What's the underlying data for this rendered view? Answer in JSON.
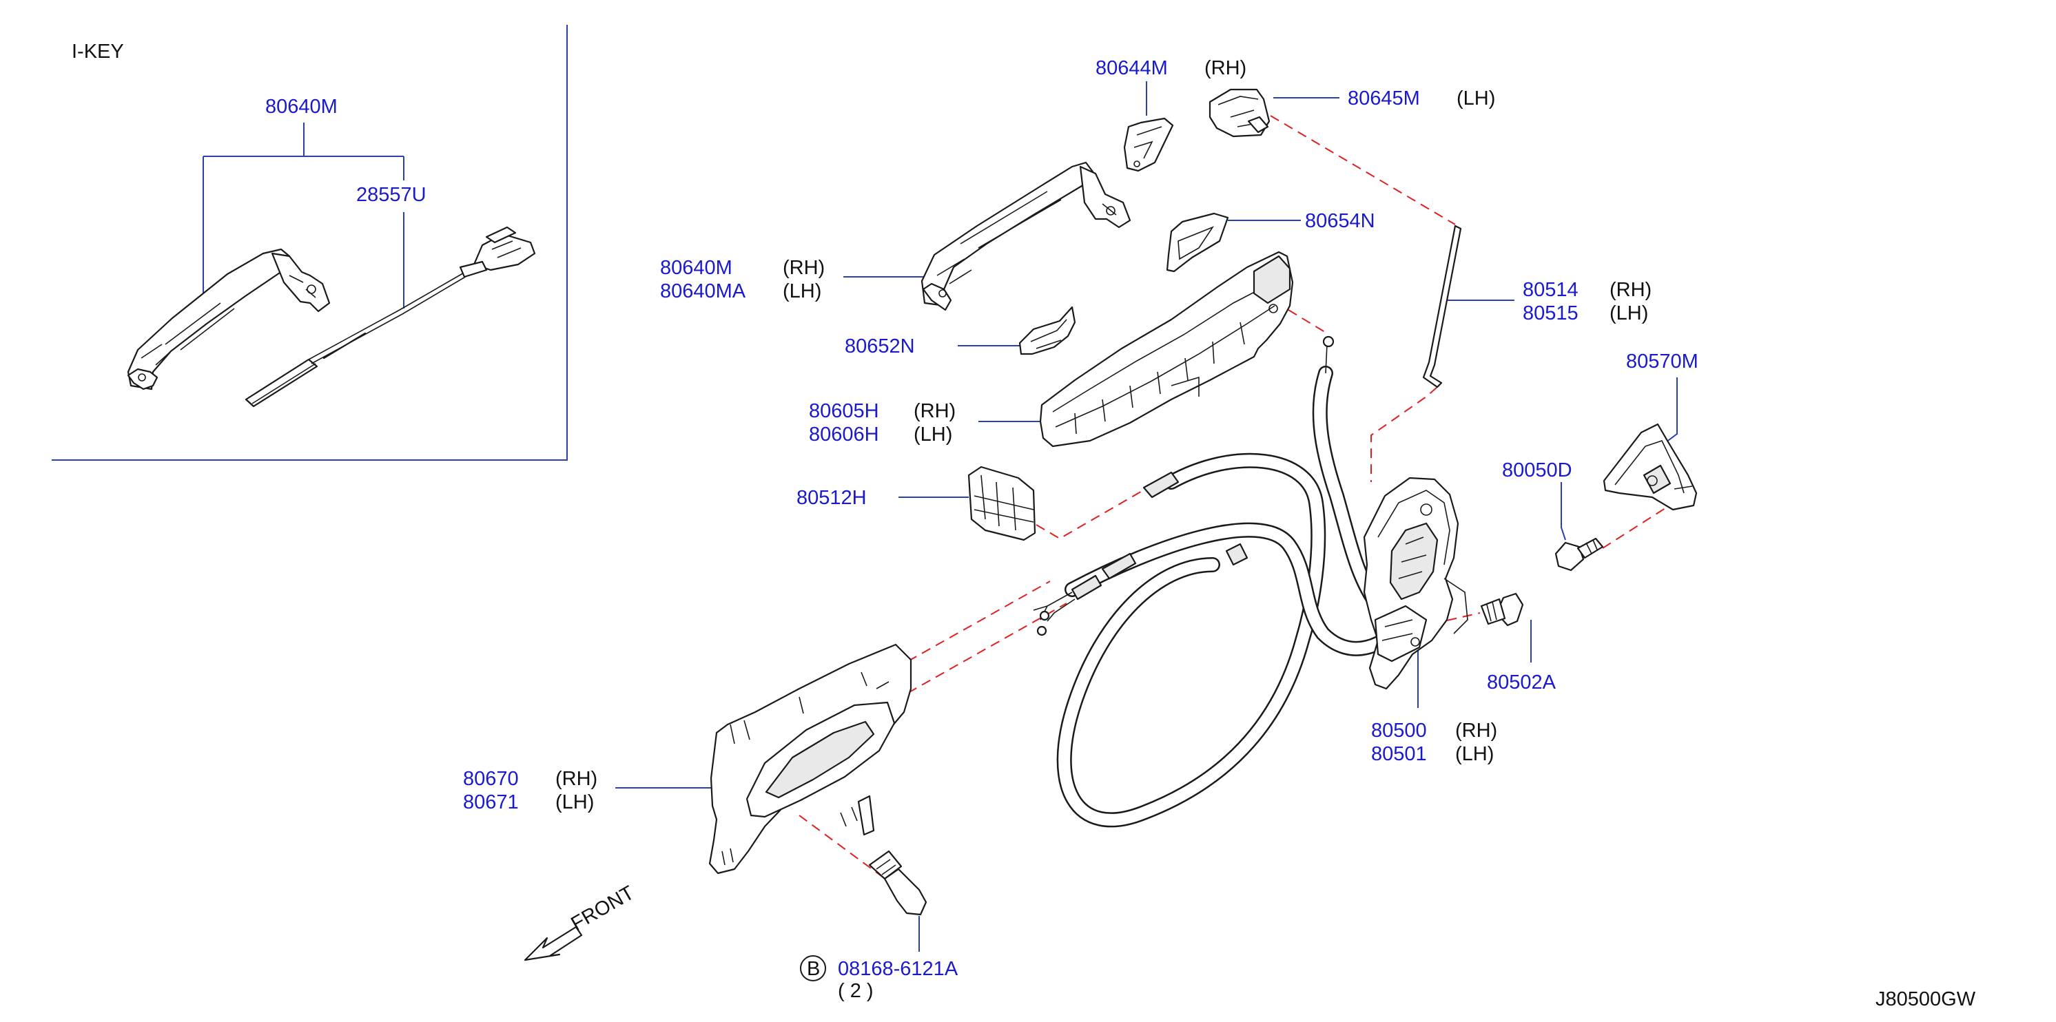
{
  "diagram_code": "J80500GW",
  "ikey": {
    "title": "I-KEY",
    "labels": {
      "handle": "80640M",
      "cable": "28557U"
    }
  },
  "labels": {
    "l80644M": "80644M",
    "l80644M_side": "(RH)",
    "l80645M": "80645M",
    "l80645M_side": "(LH)",
    "l80654N": "80654N",
    "l80640M": "80640M",
    "l80640M_side": "(RH)",
    "l80640MA": "80640MA",
    "l80640MA_side": "(LH)",
    "l80652N": "80652N",
    "l80514": "80514",
    "l80514_side": "(RH)",
    "l80515": "80515",
    "l80515_side": "(LH)",
    "l80570M": "80570M",
    "l80605H": "80605H",
    "l80605H_side": "(RH)",
    "l80606H": "80606H",
    "l80606H_side": "(LH)",
    "l80050D": "80050D",
    "l80512H": "80512H",
    "l80502A": "80502A",
    "l80500": "80500",
    "l80500_side": "(RH)",
    "l80501": "80501",
    "l80501_side": "(LH)",
    "l80670": "80670",
    "l80670_side": "(RH)",
    "l80671": "80671",
    "l80671_side": "(LH)",
    "bolt_badge": "B",
    "bolt_part": "08168-6121A",
    "bolt_qty": "(  2  )",
    "front": "FRONT"
  },
  "colors": {
    "part_number": "#1a1acc",
    "leader": "#2a3fb0",
    "dashed_link": "#e02020",
    "outline": "#1a1a1a"
  }
}
